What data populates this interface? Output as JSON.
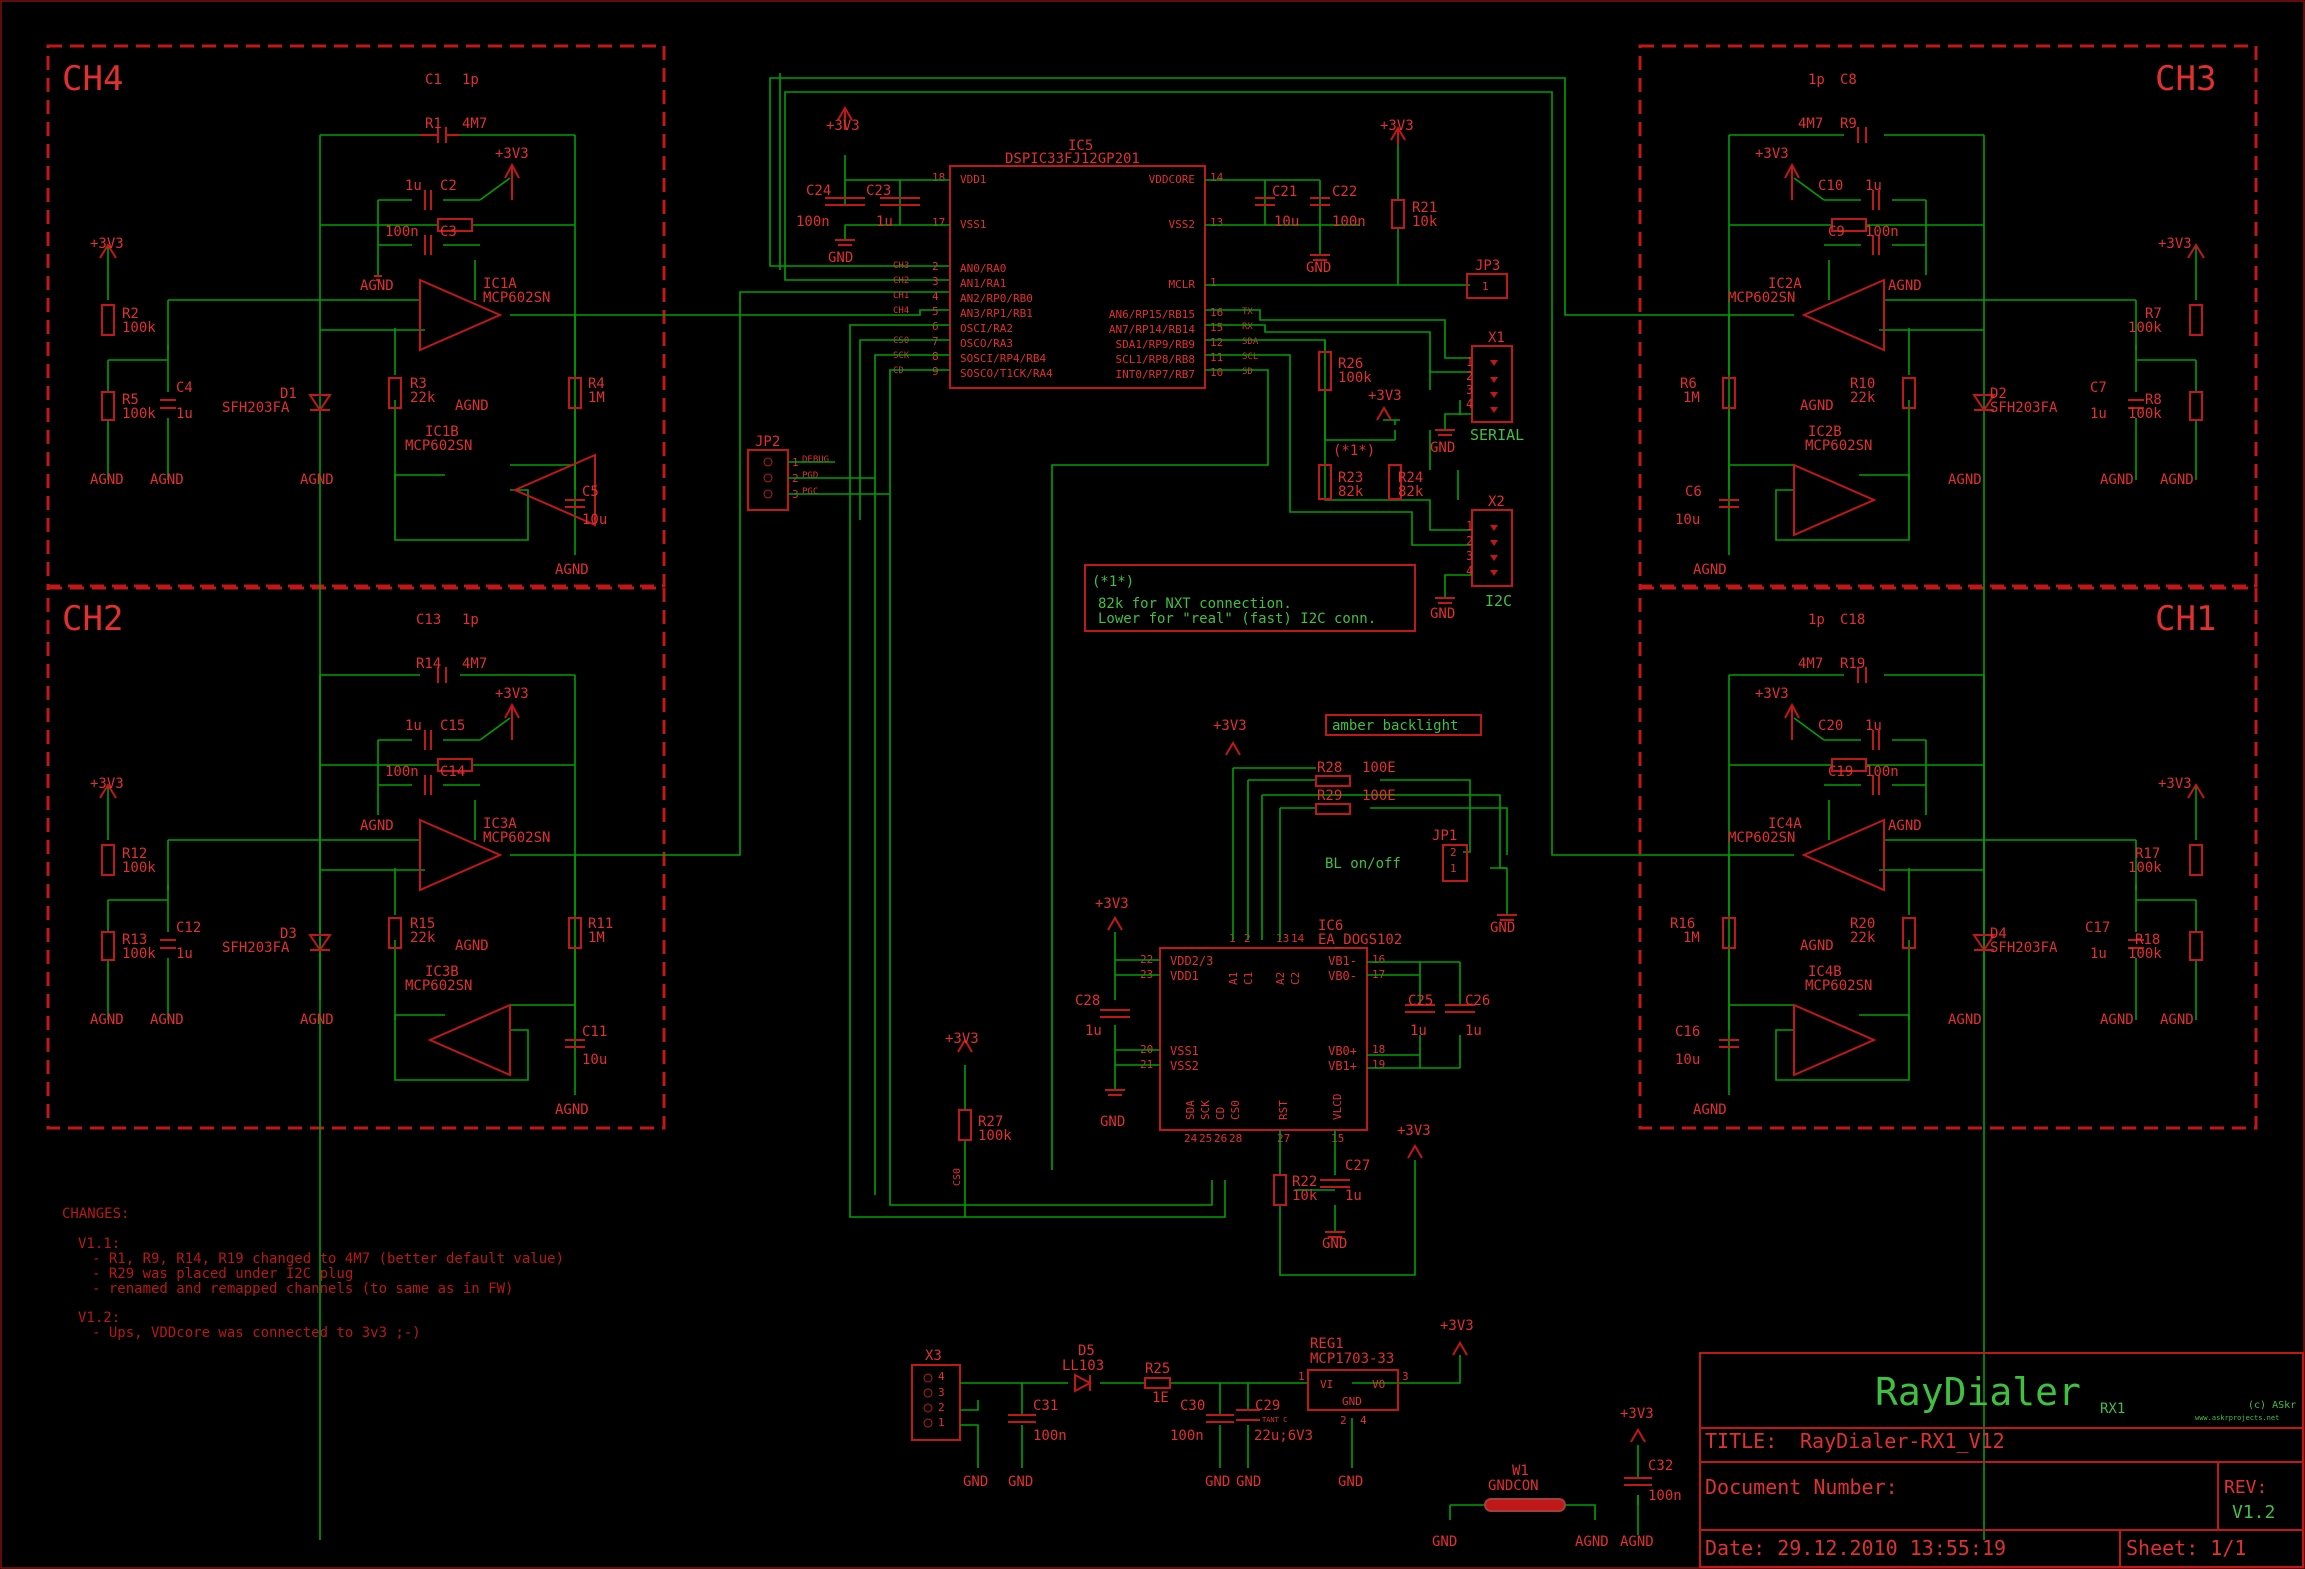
{
  "colors": {
    "background": "#000000",
    "wire": "#00a000",
    "part": "#c01818",
    "text_red": "#e03030",
    "text_green": "#40c040",
    "frame": "#c01818"
  },
  "channels": {
    "ch4": "CH4",
    "ch3": "CH3",
    "ch2": "CH2",
    "ch1": "CH1"
  },
  "supply": {
    "v33": "+3V3",
    "gnd": "GND",
    "agnd": "AGND"
  },
  "ch4": {
    "c1": "C1",
    "c1v": "1p",
    "r1": "R1",
    "r1v": "4M7",
    "c2": "C2",
    "c2v": "1u",
    "c3": "C3",
    "c3v": "100n",
    "ic": "IC1A",
    "ic_b": "IC1B",
    "opamp": "MCP602SN",
    "r2": "R2",
    "r2v": "100k",
    "r5": "R5",
    "r5v": "100k",
    "c4": "C4",
    "c4v": "1u",
    "d": "D1",
    "dv": "SFH203FA",
    "r3": "R3",
    "r3v": "22k",
    "r4": "R4",
    "r4v": "1M",
    "c5": "C5",
    "c5v": "10u"
  },
  "ch2": {
    "c1": "C13",
    "c1v": "1p",
    "r1": "R14",
    "r1v": "4M7",
    "c2": "C15",
    "c2v": "1u",
    "c3": "C14",
    "c3v": "100n",
    "ic": "IC3A",
    "ic_b": "IC3B",
    "opamp": "MCP602SN",
    "r2": "R12",
    "r2v": "100k",
    "r5": "R13",
    "r5v": "100k",
    "c4": "C12",
    "c4v": "1u",
    "d": "D3",
    "dv": "SFH203FA",
    "r3": "R15",
    "r3v": "22k",
    "r4": "R11",
    "r4v": "1M",
    "c5": "C11",
    "c5v": "10u"
  },
  "ch3": {
    "c1": "C8",
    "c1v": "1p",
    "r1": "R9",
    "r1v": "4M7",
    "c2": "C10",
    "c2v": "1u",
    "c3": "C9",
    "c3v": "100n",
    "ic": "IC2A",
    "ic_b": "IC2B",
    "opamp": "MCP602SN",
    "r2": "R7",
    "r2v": "100k",
    "r5": "R8",
    "r5v": "100k",
    "c4": "C7",
    "c4v": "1u",
    "d": "D2",
    "dv": "SFH203FA",
    "r3": "R10",
    "r3v": "22k",
    "r4": "R6",
    "r4v": "1M",
    "c5": "C6",
    "c5v": "10u"
  },
  "ch1": {
    "c1": "C18",
    "c1v": "1p",
    "r1": "R19",
    "r1v": "4M7",
    "c2": "C20",
    "c2v": "1u",
    "c3": "C19",
    "c3v": "100n",
    "ic": "IC4A",
    "ic_b": "IC4B",
    "opamp": "MCP602SN",
    "r2": "R17",
    "r2v": "100k",
    "r5": "R18",
    "r5v": "100k",
    "c4": "C17",
    "c4v": "1u",
    "d": "D4",
    "dv": "SFH203FA",
    "r3": "R20",
    "r3v": "22k",
    "r4": "R16",
    "r4v": "1M",
    "c5": "C16",
    "c5v": "10u"
  },
  "mcu": {
    "name": "IC5",
    "part": "DSPIC33FJ12GP201",
    "left_pins": [
      "VDD1",
      "VSS1",
      "AN0/RA0",
      "AN1/RA1",
      "AN2/RP0/RB0",
      "AN3/RP1/RB1",
      "OSCI/RA2",
      "OSCO/RA3",
      "SOSCI/RP4/RB4",
      "SOSCO/T1CK/RA4"
    ],
    "left_nums": [
      "18",
      "17",
      "2",
      "3",
      "4",
      "5",
      "6",
      "7",
      "8",
      "9"
    ],
    "left_nets": [
      "",
      "",
      "CH3",
      "CH2",
      "CH1",
      "CH4",
      "",
      "CS0",
      "SCK",
      "CD"
    ],
    "right_pins": [
      "VDDCORE",
      "VSS2",
      "MCLR",
      "AN6/RP15/RB15",
      "AN7/RP14/RB14",
      "SDA1/RP9/RB9",
      "SCL1/RP8/RB8",
      "INT0/RP7/RB7"
    ],
    "right_nums": [
      "14",
      "13",
      "1",
      "16",
      "15",
      "12",
      "11",
      "10"
    ],
    "right_nets": [
      "",
      "",
      "",
      "TX",
      "RX",
      "SDA",
      "SCL",
      "SD"
    ],
    "c24": "C24",
    "c24v": "100n",
    "c23": "C23",
    "c23v": "1u",
    "c21": "C21",
    "c21v": "10u",
    "c22": "C22",
    "c22v": "100n",
    "r21": "R21",
    "r21v": "10k",
    "jp3": "JP3",
    "jp3p": "1"
  },
  "x1": {
    "name": "X1",
    "label": "SERIAL",
    "pins": [
      "1",
      "2",
      "3",
      "4"
    ]
  },
  "x2": {
    "name": "X2",
    "label": "I2C",
    "pins": [
      "1",
      "2",
      "3",
      "4"
    ]
  },
  "i2c_res": {
    "r26": "R26",
    "r26v": "100k",
    "r23": "R23",
    "r23v": "82k",
    "r24": "R24",
    "r24v": "82k",
    "mark": "(*1*)"
  },
  "note1": {
    "title": "(*1*)",
    "line1": "82k for NXT connection.",
    "line2": "Lower for \"real\" (fast) I2C conn."
  },
  "jp2": {
    "name": "JP2",
    "pins": [
      "1",
      "2",
      "3"
    ],
    "nets": [
      "DEBUG",
      "PGD",
      "PGC"
    ]
  },
  "lcd": {
    "name": "IC6",
    "part": "EA_DOGS102",
    "backlight": "amber backlight",
    "bl": "BL on/off",
    "r28": "R28",
    "r28v": "100E",
    "r29": "R29",
    "r29v": "100E",
    "jp1": "JP1",
    "jp1p": [
      "2",
      "1"
    ],
    "left_pins": [
      "VDD2/3",
      "VDD1",
      "VSS1",
      "VSS2"
    ],
    "left_nums": [
      "22",
      "23",
      "20",
      "21"
    ],
    "right_pins": [
      "VB1-",
      "VB0-",
      "VB0+",
      "VB1+"
    ],
    "right_nums": [
      "16",
      "17",
      "18",
      "19"
    ],
    "top_pins": [
      "A1",
      "C1",
      "A2",
      "C2"
    ],
    "top_nums": [
      "1",
      "2",
      "13",
      "14"
    ],
    "bottom_pins": [
      "SDA",
      "SCK",
      "CD",
      "CS0",
      "RST",
      "VLCD"
    ],
    "bottom_nums": [
      "24",
      "25",
      "26",
      "28",
      "27",
      "15"
    ],
    "c28": "C28",
    "c28v": "1u",
    "c25": "C25",
    "c25v": "1u",
    "c26": "C26",
    "c26v": "1u",
    "c27": "C27",
    "c27v": "1u",
    "r22": "R22",
    "r22v": "10k",
    "r27": "R27",
    "r27v": "100k",
    "cs0": "CS0"
  },
  "power": {
    "x3": "X3",
    "x3p": [
      "4",
      "3",
      "2",
      "1"
    ],
    "d5": "D5",
    "d5v": "LL103",
    "r25": "R25",
    "r25v": "1E",
    "c31": "C31",
    "c31v": "100n",
    "c30": "C30",
    "c30v": "100n",
    "c29": "C29",
    "c29v": "22u;6V3",
    "c29t": "TANT C",
    "reg": "REG1",
    "regv": "MCP1703-33",
    "vi": "VI",
    "vo": "VO",
    "rgnd": "GND",
    "rp1": "1",
    "rp3": "3",
    "rp2": "2",
    "rp4": "4",
    "w1": "W1",
    "w1v": "GNDCON",
    "c32": "C32",
    "c32v": "100n"
  },
  "changes": {
    "title": "CHANGES:",
    "v11": "V1.1:",
    "v11a": "- R1, R9, R14, R19  changed to 4M7 (better default value)",
    "v11b": "- R29 was placed under I2C plug",
    "v11c": "- renamed and remapped channels (to same as in FW)",
    "v12": "V1.2:",
    "v12a": "- Ups, VDDcore was connected to 3v3 ;-)"
  },
  "title_block": {
    "name": "RayDialer",
    "sub": "RX1",
    "copy": "(c) ASkr",
    "site": "www.askrprojects.net",
    "title_label": "TITLE:",
    "title": "RayDialer-RX1_V12",
    "docnum": "Document Number:",
    "rev_label": "REV:",
    "rev": "V1.2",
    "date": "Date: 29.12.2010 13:55:19",
    "sheet": "Sheet: 1/1"
  }
}
